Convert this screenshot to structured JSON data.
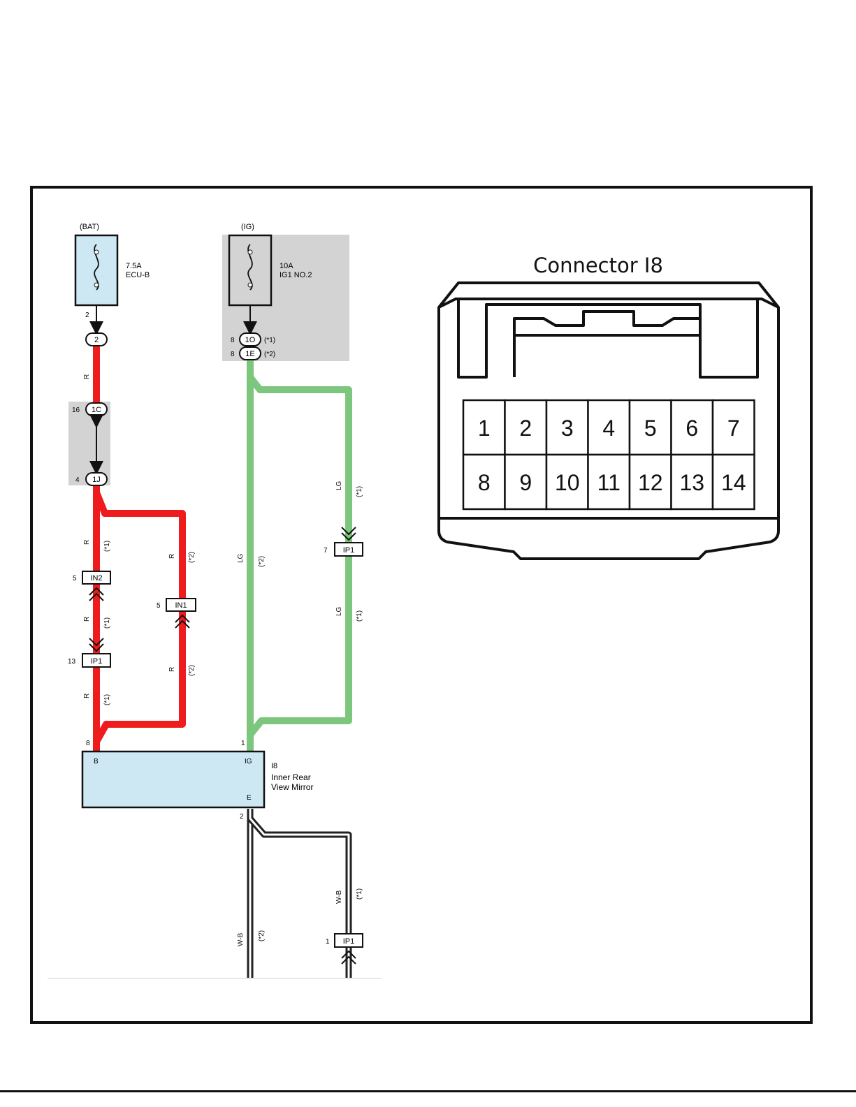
{
  "colors": {
    "red_wire": "#ee1c1c",
    "lg_wire": "#7dc67d",
    "wb_wire": "#222222",
    "fuse_fill": "#cde8f2",
    "shade": "#d3d3d3",
    "mirror_fill": "#cde8f2"
  },
  "wiring": {
    "bat_label": "(BAT)",
    "bat_fuse": {
      "amp": "7.5A",
      "name": "ECU-B",
      "pin": "2"
    },
    "bat_conn": "2",
    "ig_label": "(IG)",
    "ig_fuse": {
      "amp": "10A",
      "name": "IG1 NO.2"
    },
    "ig_conn1": {
      "pin": "8",
      "id": "1O",
      "note": "(*1)"
    },
    "ig_conn2": {
      "pin": "8",
      "id": "1E",
      "note": "(*2)"
    },
    "junction_top": {
      "pin": "16",
      "id": "1C"
    },
    "junction_bottom": {
      "pin": "4",
      "id": "1J"
    },
    "in2": {
      "pin": "5",
      "id": "IN2"
    },
    "in1": {
      "pin": "5",
      "id": "IN1"
    },
    "ip1_red": {
      "pin": "13",
      "id": "IP1"
    },
    "ip1_lg": {
      "pin": "7",
      "id": "IP1"
    },
    "ip1_wb": {
      "pin": "1",
      "id": "IP1"
    },
    "wire_r": "R",
    "wire_lg": "LG",
    "wire_wb": "W-B",
    "note1": "(*1)",
    "note2": "(*2)",
    "mirror": {
      "pin_b": "8",
      "pin_ig": "1",
      "pin_e": "2",
      "term_b": "B",
      "term_ig": "IG",
      "term_e": "E",
      "code": "I8",
      "name_line1": "Inner Rear",
      "name_line2": "View Mirror"
    }
  },
  "connector": {
    "title": "Connector I8",
    "pins_top": [
      "1",
      "2",
      "3",
      "4",
      "5",
      "6",
      "7"
    ],
    "pins_bottom": [
      "8",
      "9",
      "10",
      "11",
      "12",
      "13",
      "14"
    ]
  }
}
